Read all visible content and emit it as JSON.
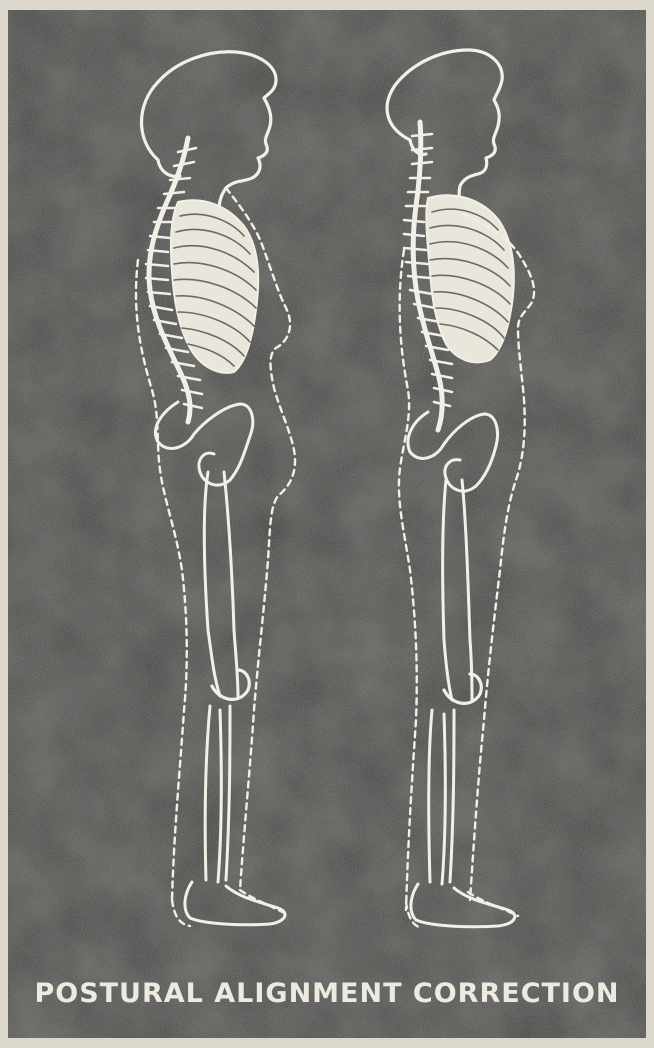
{
  "caption": "POSTURAL ALIGNMENT CORRECTION",
  "figures": [
    {
      "name": "figure-slumped",
      "depiction": "profile silhouette with skeleton, slouched posture, dashed body outline"
    },
    {
      "name": "figure-corrected",
      "depiction": "profile silhouette with skeleton, upright aligned posture, dashed body outline"
    }
  ],
  "colors": {
    "background": "#3d3d3b",
    "line": "#f2efe6",
    "paper": "#ddd8cc"
  }
}
